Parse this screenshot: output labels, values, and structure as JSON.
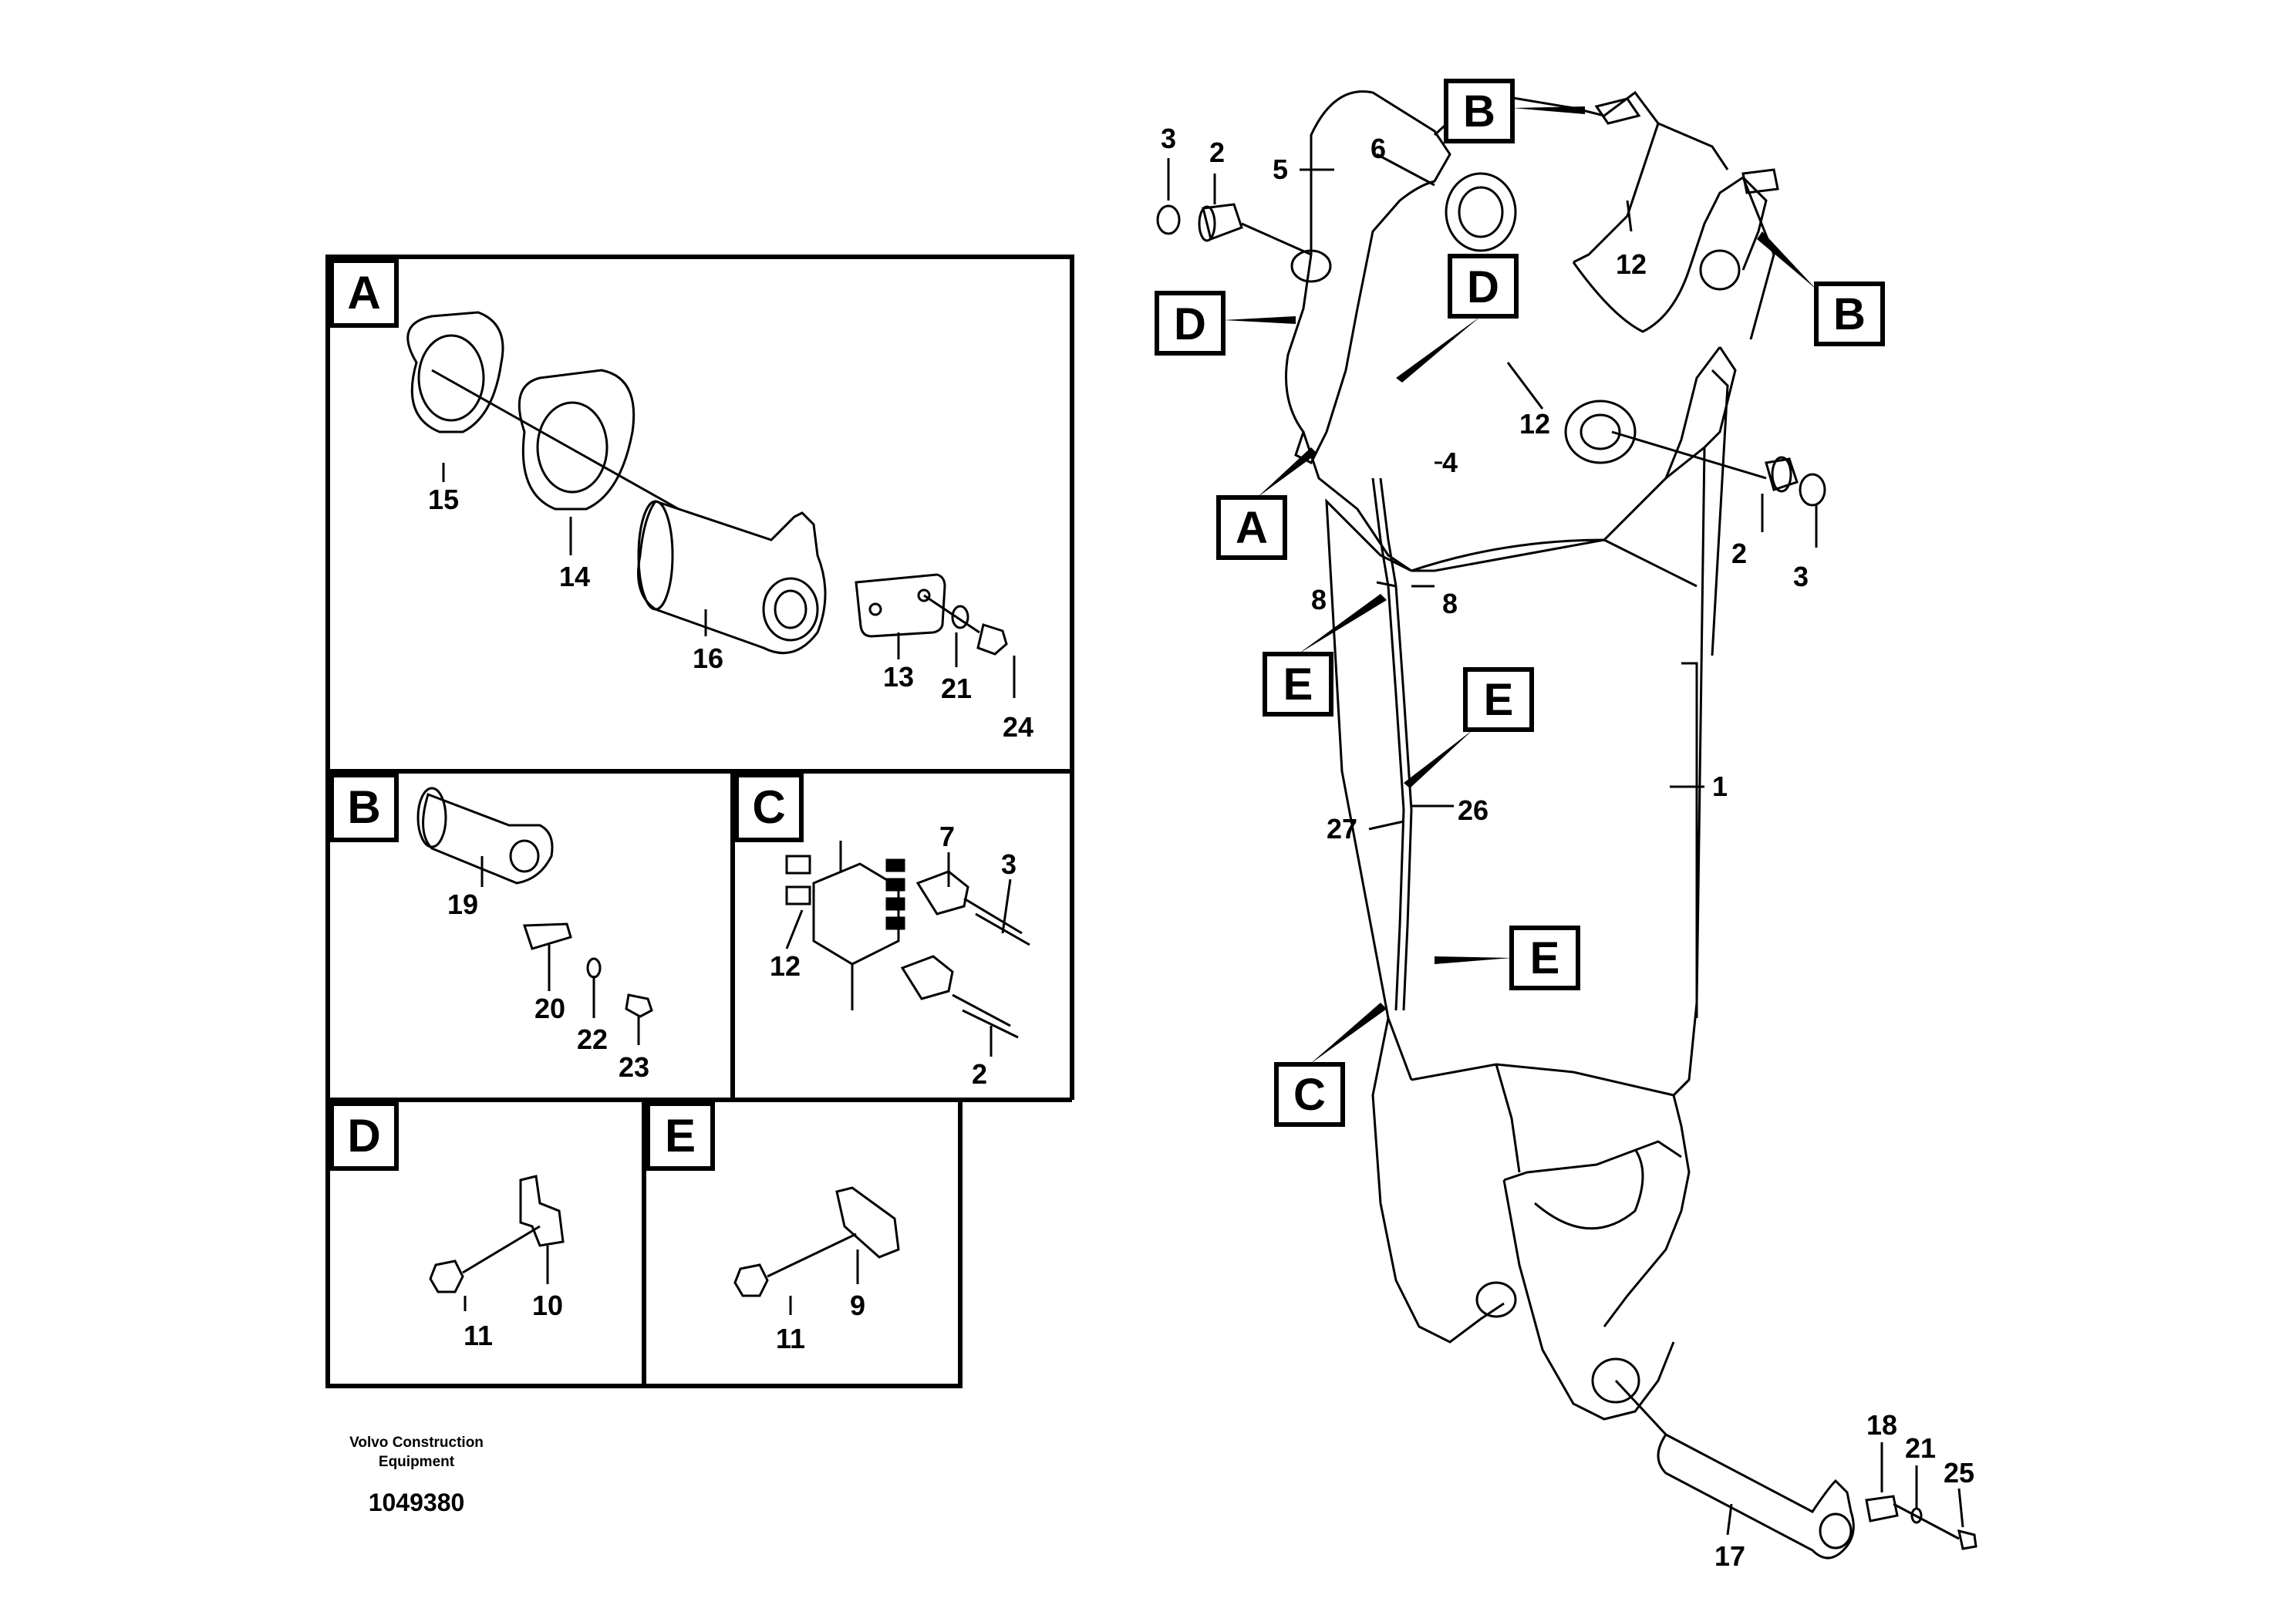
{
  "callouts": {
    "A": "A",
    "B": "B",
    "C": "C",
    "D": "D",
    "E": "E"
  },
  "detail_A": {
    "parts": [
      "15",
      "14",
      "16",
      "13",
      "21",
      "24"
    ]
  },
  "detail_B": {
    "parts": [
      "19",
      "20",
      "22",
      "23"
    ]
  },
  "detail_C": {
    "parts": [
      "7",
      "3",
      "12",
      "2"
    ]
  },
  "detail_D": {
    "parts": [
      "11",
      "10"
    ]
  },
  "detail_E": {
    "parts": [
      "11",
      "9"
    ]
  },
  "main": {
    "parts": [
      "3",
      "2",
      "5",
      "6",
      "12",
      "12",
      "2",
      "3",
      "4",
      "8",
      "8",
      "1",
      "27",
      "26",
      "18",
      "21",
      "25",
      "17"
    ]
  },
  "footer": {
    "company_line1": "Volvo Construction",
    "company_line2": "Equipment",
    "doc_number": "1049380"
  }
}
